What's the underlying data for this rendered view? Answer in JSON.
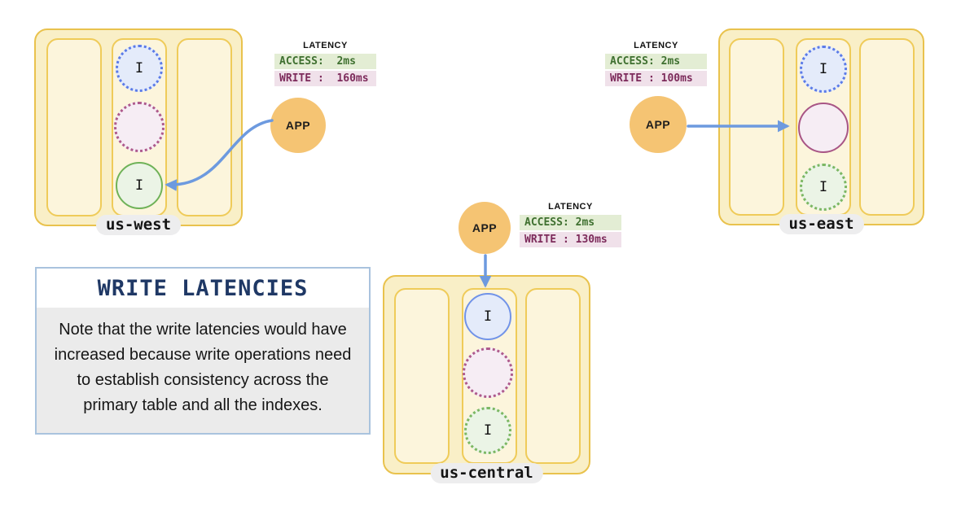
{
  "regions": [
    {
      "name": "us-west",
      "label": "us-west",
      "app_label": "APP",
      "latency": {
        "title": "LATENCY",
        "access": "ACCESS:  2ms",
        "write": "WRITE :  160ms"
      },
      "nodes": [
        {
          "label": "I",
          "kind": "secondary-index",
          "border": "dotted",
          "scheme": "blue"
        },
        {
          "label": "",
          "kind": "primary-table",
          "border": "dotted",
          "scheme": "pink"
        },
        {
          "label": "I",
          "kind": "secondary-index",
          "border": "solid",
          "scheme": "green"
        }
      ]
    },
    {
      "name": "us-east",
      "label": "us-east",
      "app_label": "APP",
      "latency": {
        "title": "LATENCY",
        "access": "ACCESS: 2ms",
        "write": "WRITE : 100ms"
      },
      "nodes": [
        {
          "label": "I",
          "kind": "secondary-index",
          "border": "dotted",
          "scheme": "blue"
        },
        {
          "label": "",
          "kind": "primary-table",
          "border": "solid",
          "scheme": "pink"
        },
        {
          "label": "I",
          "kind": "secondary-index",
          "border": "dotted",
          "scheme": "green"
        }
      ]
    },
    {
      "name": "us-central",
      "label": "us-central",
      "app_label": "APP",
      "latency": {
        "title": "LATENCY",
        "access": "ACCESS: 2ms",
        "write": "WRITE : 130ms"
      },
      "nodes": [
        {
          "label": "I",
          "kind": "secondary-index",
          "border": "solid",
          "scheme": "blue"
        },
        {
          "label": "",
          "kind": "primary-table",
          "border": "dotted",
          "scheme": "pink"
        },
        {
          "label": "I",
          "kind": "secondary-index",
          "border": "dotted",
          "scheme": "green"
        }
      ]
    }
  ],
  "note": {
    "title": "WRITE LATENCIES",
    "body": "Note that the write latencies would have increased because write operations need to establish consistency across the primary table and all the indexes."
  },
  "colors": {
    "arrow_blue": "#6D9ADF",
    "region_fill": "#F9EFC7",
    "region_border": "#E9C24D",
    "column_fill": "#FCF5DC",
    "column_border": "#EFCB59",
    "blue_node_border": "#5B7BE8",
    "pink_node_border": "#A85585",
    "green_node_border": "#6FB258",
    "app_fill": "#F5C473",
    "access_text": "#3F7030",
    "access_bg": "#E3EDD4",
    "write_text": "#7D2B5B",
    "write_bg": "#F0E1EA",
    "note_border": "#A9C3DE",
    "note_title": "#1F3865",
    "note_body_bg": "#EBEBEB",
    "label_pill_bg": "#EDEDEE"
  }
}
